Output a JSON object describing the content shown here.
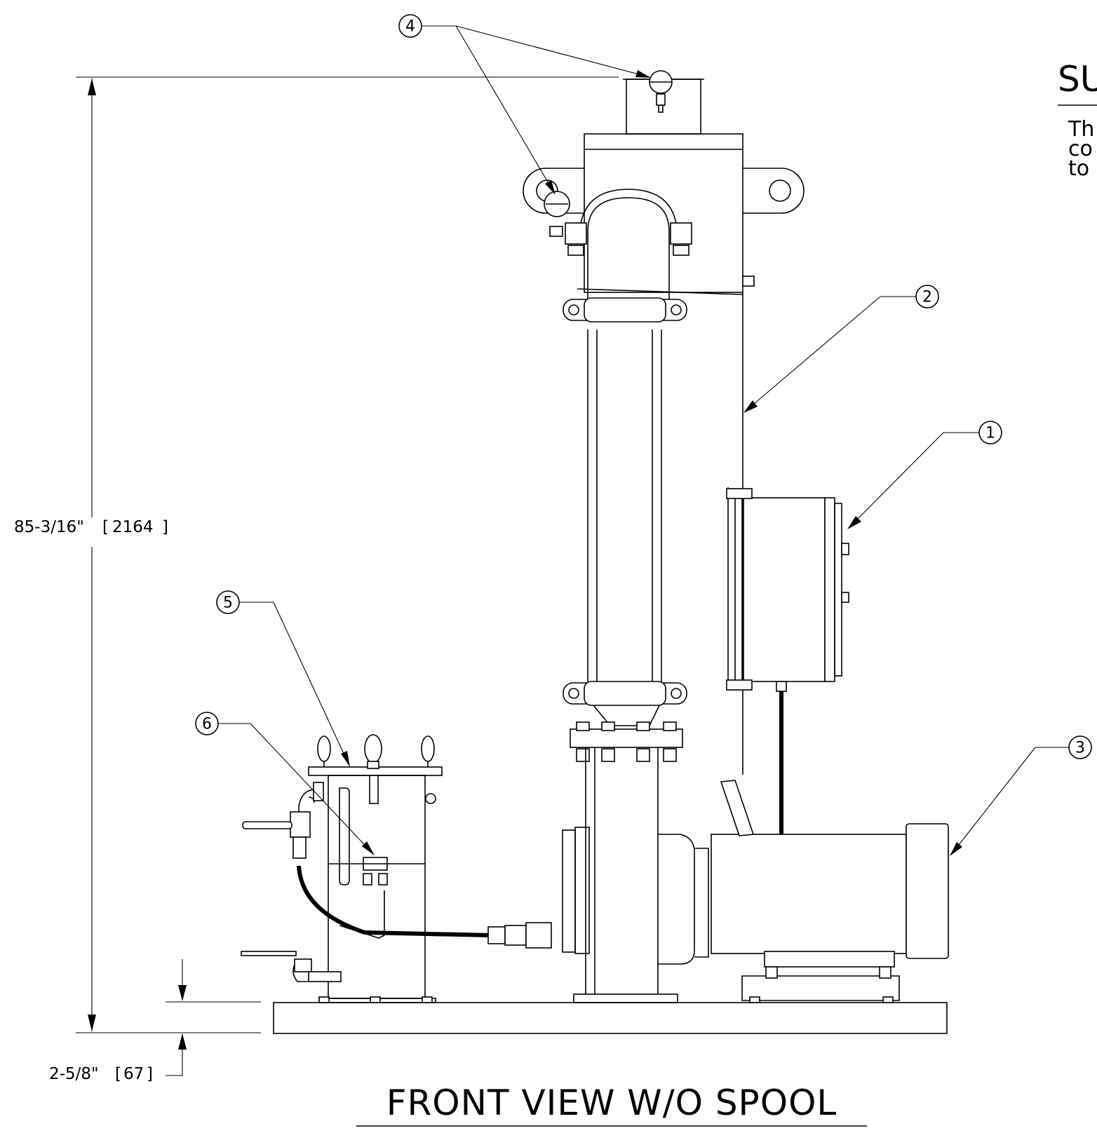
{
  "view_title": "FRONT VIEW W/O SPOOL",
  "dimensions": {
    "overall_height": {
      "imperial": "85-3/16\"",
      "metric": "2164"
    },
    "base_height": {
      "imperial": "2-5/8\"",
      "metric": "67"
    }
  },
  "balloons": [
    {
      "id": "1",
      "label": "1"
    },
    {
      "id": "2",
      "label": "2"
    },
    {
      "id": "3",
      "label": "3"
    },
    {
      "id": "4",
      "label": "4"
    },
    {
      "id": "5",
      "label": "5"
    },
    {
      "id": "6",
      "label": "6"
    }
  ],
  "side_note": {
    "heading": "SU",
    "lines": [
      "Th",
      "co",
      "to"
    ]
  }
}
